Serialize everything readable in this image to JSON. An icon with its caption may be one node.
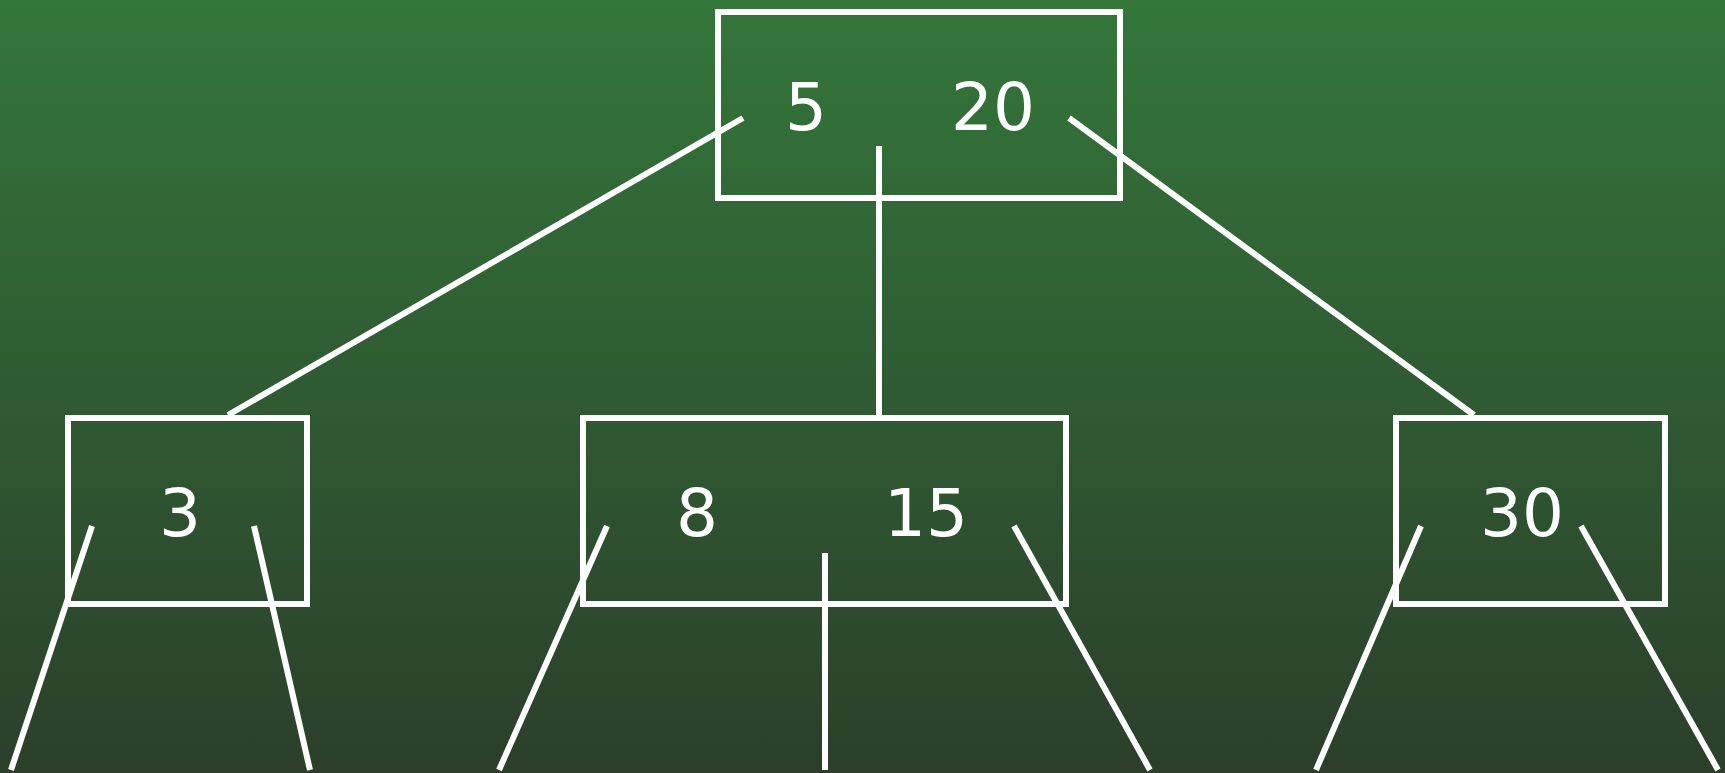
{
  "diagram": {
    "nodes": [
      {
        "text": [
          "5",
          "20"
        ]
      },
      {
        "text": [
          "3"
        ]
      },
      {
        "text": [
          "8",
          "15"
        ]
      },
      {
        "text": [
          "30"
        ]
      }
    ],
    "edges": [
      {
        "from": 0,
        "to": 1,
        "arrow": "none"
      },
      {
        "from": 0,
        "to": 2,
        "arrow": "none"
      },
      {
        "from": 0,
        "to": 3,
        "arrow": "none"
      },
      {
        "from": 1,
        "to": null,
        "arrow": "none"
      },
      {
        "from": 1,
        "to": null,
        "arrow": "none"
      },
      {
        "from": 2,
        "to": null,
        "arrow": "none"
      },
      {
        "from": 2,
        "to": null,
        "arrow": "none"
      },
      {
        "from": 2,
        "to": null,
        "arrow": "none"
      },
      {
        "from": 3,
        "to": null,
        "arrow": "none"
      },
      {
        "from": 3,
        "to": null,
        "arrow": "none"
      }
    ]
  }
}
